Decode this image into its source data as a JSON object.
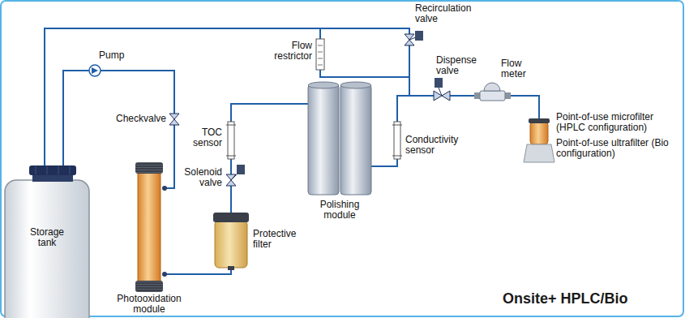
{
  "diagram": {
    "title": "Onsite+ HPLC/Bio",
    "nodes": [
      {
        "text": [
          "Storage tank"
        ]
      },
      {
        "text": [
          "Pump"
        ]
      },
      {
        "text": [
          "Checkvalve"
        ]
      },
      {
        "text": [
          "Photooxidation module"
        ]
      },
      {
        "text": [
          "Protective filter"
        ]
      },
      {
        "text": [
          "Solenoid valve"
        ]
      },
      {
        "text": [
          "TOC sensor"
        ]
      },
      {
        "text": [
          "Polishing module"
        ]
      },
      {
        "text": [
          "Conductivity sensor"
        ]
      },
      {
        "text": [
          "Flow restrictor"
        ]
      },
      {
        "text": [
          "Recirculation valve"
        ]
      },
      {
        "text": [
          "Dispense valve"
        ]
      },
      {
        "text": [
          "Flow meter"
        ]
      },
      {
        "text": [
          "Point-of-use microfilter (HPLC configuration)",
          "Point-of-use ultrafilter (Bio configuration)"
        ]
      }
    ],
    "edges": [
      {
        "from": 0,
        "to": 1,
        "arrow": "none"
      },
      {
        "from": 1,
        "to": 2,
        "arrow": "none"
      },
      {
        "from": 2,
        "to": 3,
        "arrow": "none"
      },
      {
        "from": 3,
        "to": 4,
        "arrow": "none"
      },
      {
        "from": 4,
        "to": 5,
        "arrow": "none"
      },
      {
        "from": 5,
        "to": 6,
        "arrow": "none"
      },
      {
        "from": 6,
        "to": 7,
        "arrow": "none"
      },
      {
        "from": 7,
        "to": 8,
        "arrow": "none"
      },
      {
        "from": 8,
        "to": 10,
        "arrow": "none"
      },
      {
        "from": 8,
        "to": 9,
        "arrow": "none"
      },
      {
        "from": 8,
        "to": 11,
        "arrow": "none"
      },
      {
        "from": 10,
        "to": 0,
        "arrow": "none"
      },
      {
        "from": 9,
        "to": 0,
        "arrow": "none"
      },
      {
        "from": 11,
        "to": 12,
        "arrow": "none"
      },
      {
        "from": 12,
        "to": 13,
        "arrow": "none"
      }
    ]
  }
}
